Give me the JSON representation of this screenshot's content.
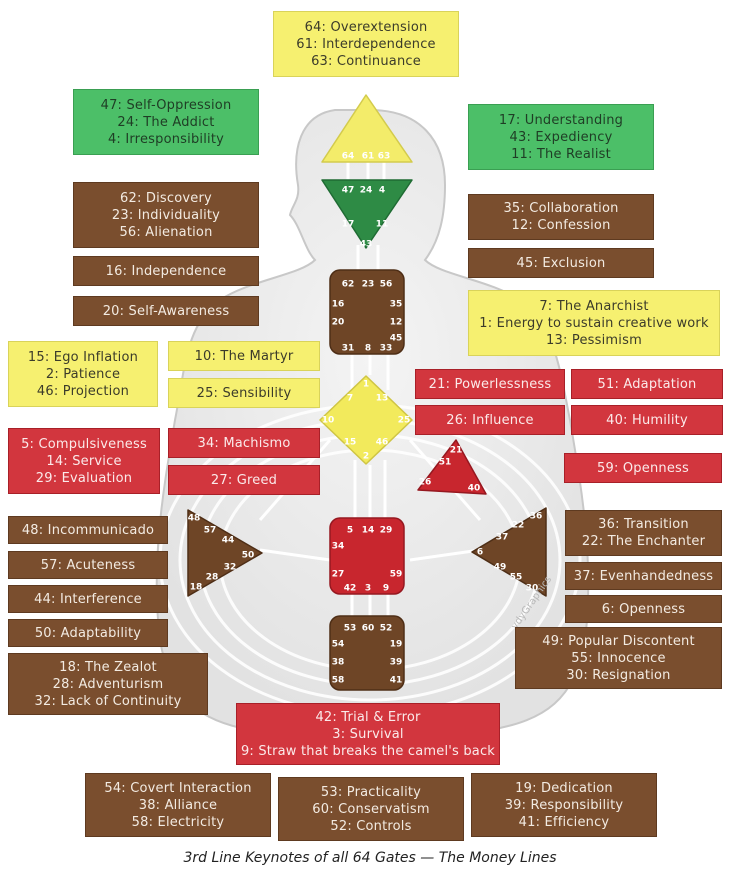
{
  "labels": {
    "head": [
      "64: Overextension",
      "61: Interdependence",
      "63: Continuance"
    ],
    "ajna_left": [
      "47: Self-Oppression",
      "24: The Addict",
      "4: Irresponsibility"
    ],
    "ajna_right": [
      "17: Understanding",
      "43: Expediency",
      "11: The Realist"
    ],
    "throat_l1": [
      "62: Discovery",
      "23: Individuality",
      "56: Alienation"
    ],
    "throat_r1": [
      "35: Collaboration",
      "12: Confession"
    ],
    "throat_l2": [
      "16: Independence"
    ],
    "throat_r2": [
      "45: Exclusion"
    ],
    "throat_l3": [
      "20: Self-Awareness"
    ],
    "throat_r3": [
      "7: The Anarchist",
      "1: Energy to sustain creative work",
      "13: Pessimism"
    ],
    "g_l_outer": [
      "15: Ego Inflation",
      "2: Patience",
      "46: Projection"
    ],
    "g_l_martyr": [
      "10: The Martyr"
    ],
    "g_l_sens": [
      "25: Sensibility"
    ],
    "heart_powerless": [
      "21: Powerlessness"
    ],
    "heart_adapt": [
      "51: Adaptation"
    ],
    "heart_influence": [
      "26: Influence"
    ],
    "heart_humility": [
      "40: Humility"
    ],
    "sacral_l_outer": [
      "5: Compulsiveness",
      "14: Service",
      "29: Evaluation"
    ],
    "sacral_machismo": [
      "34: Machismo"
    ],
    "sacral_greed": [
      "27: Greed"
    ],
    "heart_openness": [
      "59: Openness"
    ],
    "spleen_1": [
      "48: Incommunicado"
    ],
    "spleen_2": [
      "57: Acuteness"
    ],
    "spleen_3": [
      "44: Interference"
    ],
    "spleen_4": [
      "50: Adaptability"
    ],
    "spleen_5": [
      "18: The Zealot",
      "28: Adventurism",
      "32: Lack of Continuity"
    ],
    "solar_1": [
      "36: Transition",
      "22: The Enchanter"
    ],
    "solar_2": [
      "37: Evenhandedness"
    ],
    "solar_3": [
      "6: Openness"
    ],
    "solar_4": [
      "49: Popular Discontent",
      "55: Innocence",
      "30: Resignation"
    ],
    "sacral_bottom": [
      "42: Trial & Error",
      "3: Survival",
      "9: Straw that breaks the camel's back"
    ],
    "root_l": [
      "54: Covert Interaction",
      "38: Alliance",
      "58: Electricity"
    ],
    "root_c": [
      "53: Practicality",
      "60: Conservatism",
      "52: Controls"
    ],
    "root_r": [
      "19: Dedication",
      "39: Responsibility",
      "41: Efficiency"
    ]
  },
  "gates": {
    "head": [
      "64",
      "61",
      "63"
    ],
    "ajna": [
      "47",
      "24",
      "4",
      "17",
      "11",
      "43"
    ],
    "throat": [
      "62",
      "23",
      "56",
      "16",
      "35",
      "20",
      "12",
      "45",
      "31",
      "8",
      "33"
    ],
    "g": [
      "1",
      "7",
      "13",
      "10",
      "25",
      "15",
      "46",
      "2"
    ],
    "heart": [
      "21",
      "51",
      "26",
      "40"
    ],
    "sacral": [
      "5",
      "14",
      "29",
      "34",
      "27",
      "59",
      "42",
      "3",
      "9"
    ],
    "spleen": [
      "48",
      "57",
      "44",
      "50",
      "32",
      "28",
      "18"
    ],
    "solar": [
      "36",
      "22",
      "37",
      "6",
      "49",
      "55",
      "30"
    ],
    "root": [
      "53",
      "60",
      "52",
      "54",
      "19",
      "38",
      "39",
      "58",
      "41"
    ]
  },
  "watermark": "ydyGraphics",
  "caption": "3rd Line Keynotes of all 64 Gates — The Money Lines",
  "colors": {
    "yellow": "#f6f070",
    "green": "#4cbf68",
    "brown": "#7a4e2e",
    "red": "#d2363e",
    "head_center": "#f3ec6a",
    "ajna_center": "#2e8b45",
    "brown_center": "#6e4526",
    "g_center": "#f2ea5c",
    "red_center": "#c8262e"
  }
}
